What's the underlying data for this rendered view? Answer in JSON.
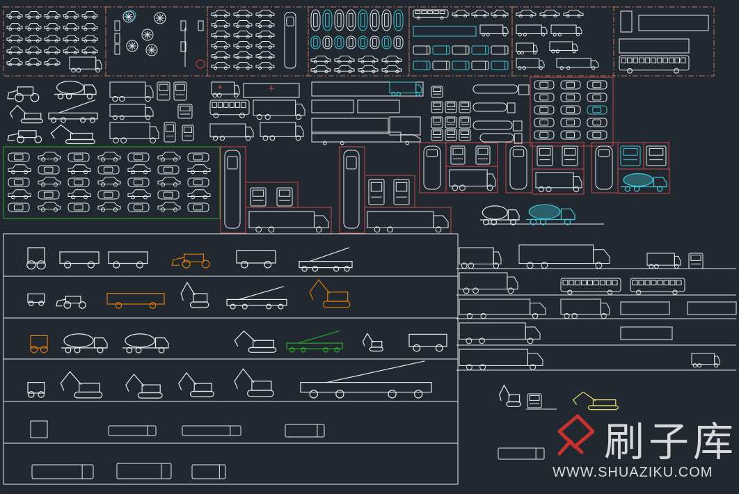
{
  "drawing": {
    "background": "#212830",
    "colors": {
      "line": "#e8ecef",
      "frame_orange_dashed": "#c87a5a",
      "frame_red": "#c84a48",
      "frame_green": "#2fa82f",
      "accent_orange": "#e07a10",
      "accent_cyan": "#3fc8d8",
      "accent_green": "#28a828",
      "accent_yellow": "#e8e070"
    },
    "blocks": [
      {
        "name": "cars-and-trucks-plan-elevation",
        "frame": "orange-dashed"
      },
      {
        "name": "street-symbols",
        "frame": "orange-dashed"
      },
      {
        "name": "cars-side-top",
        "frame": "orange-dashed"
      },
      {
        "name": "cars-top-rows",
        "frame": "orange-dashed"
      },
      {
        "name": "buses-vans",
        "frame": "orange-dashed"
      },
      {
        "name": "trucks-trailers",
        "frame": "orange-dashed"
      },
      {
        "name": "coach",
        "frame": "orange-dashed"
      },
      {
        "name": "construction-machines",
        "frame": "none"
      },
      {
        "name": "box-trucks",
        "frame": "none"
      },
      {
        "name": "ambulances",
        "frame": "none"
      },
      {
        "name": "semi-trailers",
        "frame": "none"
      },
      {
        "name": "tanker-trucks",
        "frame": "none"
      },
      {
        "name": "cars-top-red",
        "frame": "red"
      },
      {
        "name": "cars-green-grid",
        "frame": "green"
      },
      {
        "name": "engineering-vehicles-table",
        "frame": "white"
      },
      {
        "name": "trucks-elevation-lines",
        "frame": "none"
      }
    ]
  },
  "watermark": {
    "brand": "刷子库",
    "url": "WWW.SHUAZIKU.COM",
    "icon": "brush-icon"
  }
}
